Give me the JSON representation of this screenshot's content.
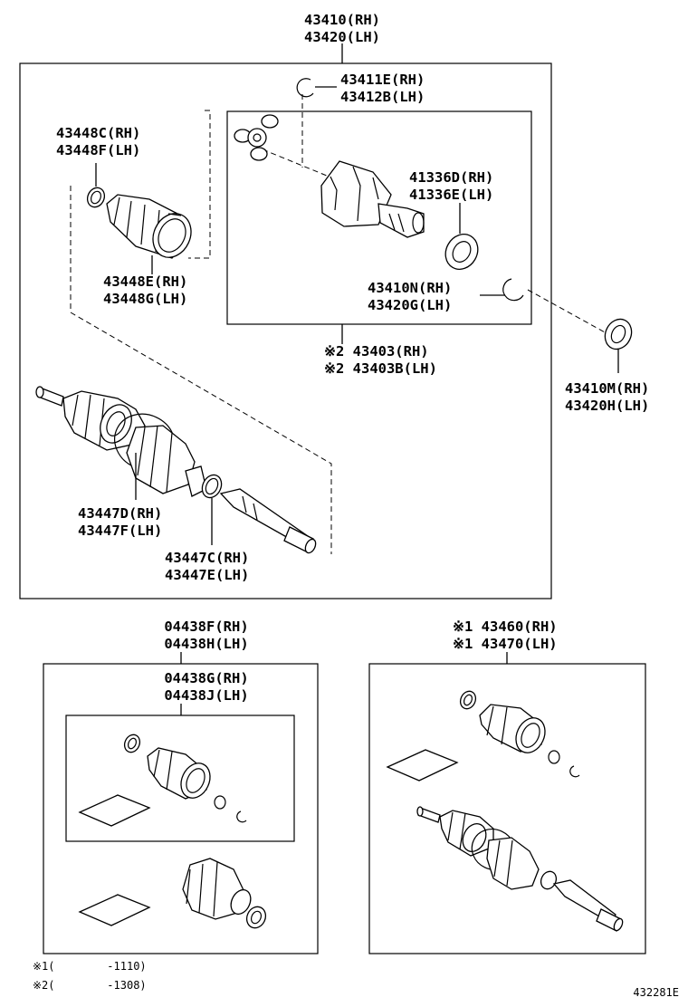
{
  "callouts": {
    "assembly": [
      "43410(RH)",
      "43420(LH)"
    ],
    "snap_ring_outer": [
      "43411E(RH)",
      "43412B(LH)"
    ],
    "outer_boot_clamp": [
      "43448C(RH)",
      "43448F(LH)"
    ],
    "outer_boot": [
      "43448E(RH)",
      "43448G(LH)"
    ],
    "inner_joint_oil_seal": [
      "41336D(RH)",
      "41336E(LH)"
    ],
    "snap_ring_inner": [
      "43410N(RH)",
      "43420G(LH)"
    ],
    "inner_joint_assy": [
      "※2 43403(RH)",
      "※2 43403B(LH)"
    ],
    "dust_seal": [
      "43410M(RH)",
      "43420H(LH)"
    ],
    "inner_boot_clamp": [
      "43447D(RH)",
      "43447F(LH)"
    ],
    "inner_boot_band": [
      "43447C(RH)",
      "43447E(LH)"
    ],
    "boot_kit_outer": [
      "04438F(RH)",
      "04438H(LH)"
    ],
    "boot_kit_inner": [
      "04438G(RH)",
      "04438J(LH)"
    ],
    "shaft_assy_kit": [
      "※1 43460(RH)",
      "※1 43470(LH)"
    ]
  },
  "footnotes": [
    "※1(        -1110)",
    "※2(        -1308)"
  ],
  "figure_code": "432281E"
}
